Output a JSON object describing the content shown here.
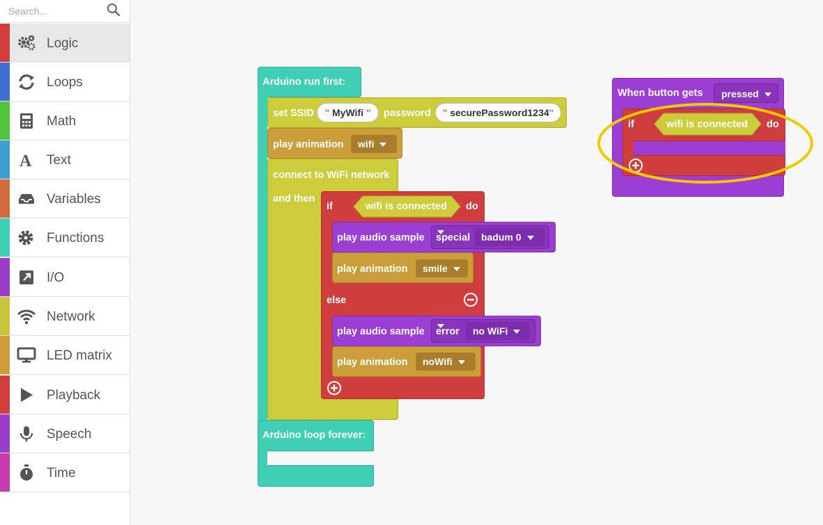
{
  "search": {
    "placeholder": "Search..."
  },
  "categories": [
    {
      "label": "Logic",
      "color": "#d13e3b",
      "icon": "gears-icon"
    },
    {
      "label": "Loops",
      "color": "#3f6fd1",
      "icon": "loop-arrows-icon"
    },
    {
      "label": "Math",
      "color": "#50c43d",
      "icon": "calculator-icon"
    },
    {
      "label": "Text",
      "color": "#3d9fd1",
      "icon": "letter-a-icon"
    },
    {
      "label": "Variables",
      "color": "#d16b3b",
      "icon": "inbox-icon"
    },
    {
      "label": "Functions",
      "color": "#3bd1b2",
      "icon": "cog-icon"
    },
    {
      "label": "I/O",
      "color": "#9a3ec9",
      "icon": "external-link-icon"
    },
    {
      "label": "Network",
      "color": "#c8c43a",
      "icon": "wifi-icon"
    },
    {
      "label": "LED matrix",
      "color": "#d19a3b",
      "icon": "monitor-icon"
    },
    {
      "label": "Playback",
      "color": "#d13e3b",
      "icon": "play-icon"
    },
    {
      "label": "Speech",
      "color": "#9a3ec9",
      "icon": "microphone-icon"
    },
    {
      "label": "Time",
      "color": "#c83bb0",
      "icon": "stopwatch-icon"
    }
  ],
  "colors": {
    "setup_teal": "#3ecfb4",
    "network_yellow": "#cdcc3a",
    "animation_gold": "#cc9e3a",
    "logic_red": "#cf3d3c",
    "audio_purple": "#9c3ed3",
    "highlight": "#f5c800"
  },
  "blocks": {
    "run_first": {
      "label": "Arduino run first:"
    },
    "set_ssid": {
      "label": "set SSID",
      "ssid": "MyWifi",
      "password_label": "password",
      "password": "securePassword1234"
    },
    "anim_wifi": {
      "label": "play animation",
      "value": "wifi"
    },
    "connect": {
      "label": "connect to WiFi network",
      "and_then": "and then"
    },
    "if_block": {
      "if": "if",
      "condition": "wifi is connected",
      "do": "do",
      "else": "else"
    },
    "audio_special": {
      "label": "play audio sample",
      "category": "special",
      "value": "badum 0"
    },
    "anim_smile": {
      "label": "play animation",
      "value": "smile"
    },
    "audio_error": {
      "label": "play audio sample",
      "category": "error",
      "value": "no WiFi"
    },
    "anim_nowifi": {
      "label": "play animation",
      "value": "noWifi"
    },
    "loop_forever": {
      "label": "Arduino loop forever:"
    },
    "button_event": {
      "label": "When button gets",
      "value": "pressed"
    },
    "if_block2": {
      "if": "if",
      "condition": "wifi is connected",
      "do": "do"
    }
  }
}
